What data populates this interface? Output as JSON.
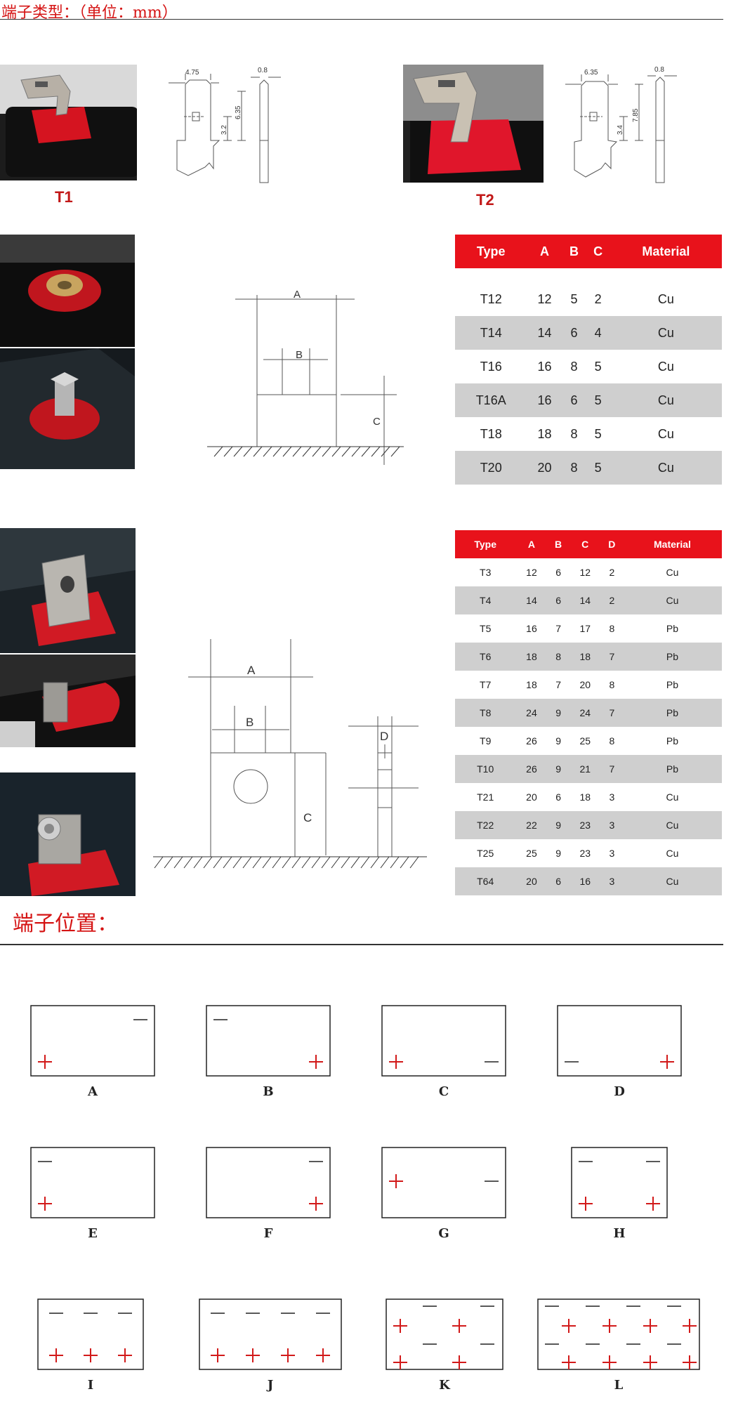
{
  "header": {
    "title": "端子类型：（单位：mm）"
  },
  "section1": {
    "t1": {
      "caption": "T1",
      "dims": {
        "width": "4.75",
        "thickness": "0.8",
        "hole_offset": "3.2",
        "height": "6.35"
      }
    },
    "t2": {
      "caption": "T2",
      "dims": {
        "width": "6.35",
        "thickness": "0.8",
        "hole_offset": "3.4",
        "height": "7.85"
      }
    }
  },
  "section2": {
    "diagram": {
      "label_a": "A",
      "label_b": "B",
      "label_c": "C"
    },
    "table": {
      "headers": [
        "Type",
        "A",
        "B",
        "C",
        "Material"
      ],
      "rows": [
        [
          "T12",
          "12",
          "5",
          "2",
          "Cu"
        ],
        [
          "T14",
          "14",
          "6",
          "4",
          "Cu"
        ],
        [
          "T16",
          "16",
          "8",
          "5",
          "Cu"
        ],
        [
          "T16A",
          "16",
          "6",
          "5",
          "Cu"
        ],
        [
          "T18",
          "18",
          "8",
          "5",
          "Cu"
        ],
        [
          "T20",
          "20",
          "8",
          "5",
          "Cu"
        ]
      ]
    }
  },
  "section3": {
    "diagram": {
      "label_a": "A",
      "label_b": "B",
      "label_c": "C",
      "label_d": "D"
    },
    "table": {
      "headers": [
        "Type",
        "A",
        "B",
        "C",
        "D",
        "Material"
      ],
      "rows": [
        [
          "T3",
          "12",
          "6",
          "12",
          "2",
          "Cu"
        ],
        [
          "T4",
          "14",
          "6",
          "14",
          "2",
          "Cu"
        ],
        [
          "T5",
          "16",
          "7",
          "17",
          "8",
          "Pb"
        ],
        [
          "T6",
          "18",
          "8",
          "18",
          "7",
          "Pb"
        ],
        [
          "T7",
          "18",
          "7",
          "20",
          "8",
          "Pb"
        ],
        [
          "T8",
          "24",
          "9",
          "24",
          "7",
          "Pb"
        ],
        [
          "T9",
          "26",
          "9",
          "25",
          "8",
          "Pb"
        ],
        [
          "T10",
          "26",
          "9",
          "21",
          "7",
          "Pb"
        ],
        [
          "T21",
          "20",
          "6",
          "18",
          "3",
          "Cu"
        ],
        [
          "T22",
          "22",
          "9",
          "23",
          "3",
          "Cu"
        ],
        [
          "T25",
          "25",
          "9",
          "23",
          "3",
          "Cu"
        ],
        [
          "T64",
          "20",
          "6",
          "16",
          "3",
          "Cu"
        ]
      ]
    }
  },
  "positions": {
    "title": "端子位置：",
    "labels": [
      "A",
      "B",
      "C",
      "D",
      "E",
      "F",
      "G",
      "H",
      "I",
      "J",
      "K",
      "L"
    ],
    "plus_symbol": "+",
    "minus_symbol": "—"
  },
  "colors": {
    "accent_red": "#e8121b",
    "row_gray": "#cfcfcf",
    "terminal_red": "#d21a1a"
  }
}
